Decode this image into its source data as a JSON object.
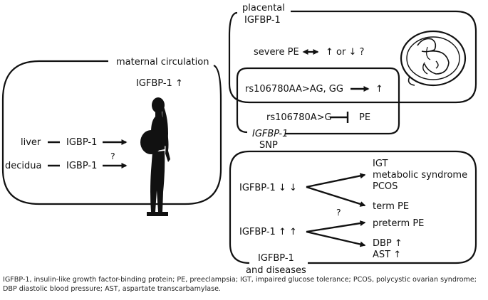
{
  "placental": {
    "title": "placental",
    "title2": "IGFBP-1",
    "severe_pe": "severe PE",
    "severe_pe_change": "↑ or ↓ ?"
  },
  "snp": {
    "rs_aa": "rs106780AA>AG, GG",
    "rs_aa_effect": "↑",
    "rs_ag": "rs106780A>G",
    "pe": "PE",
    "label_gene": "IGFBP-1",
    "label_snp": "SNP"
  },
  "maternal": {
    "title": "maternal circulation",
    "igfbp": "IGFBP-1 ↑",
    "liver": "liver",
    "liver_igbp": "IGBP-1",
    "decidua": "decidua",
    "decidua_igbp": "IGBP-1",
    "question": "?"
  },
  "diseases": {
    "title1": "IGFBP-1",
    "title2": "and diseases",
    "low": "IGFBP-1 ↓ ↓",
    "high": "IGFBP-1 ↑ ↑",
    "igt": "IGT",
    "metabolic": "metabolic syndrome",
    "pcos": "PCOS",
    "term_pe": "term PE",
    "question": "?",
    "preterm_pe": "preterm PE",
    "dbp": "DBP ↑",
    "ast": "AST ↑"
  },
  "caption": "IGFBP-1, insulin-like growth factor-binding protein; PE, preeclampsia; IGT, impaired glucose tolerance; PCOS, polycystic ovarian syndrome; DBP diastolic blood pressure; AST, aspartate transcarbamylase."
}
